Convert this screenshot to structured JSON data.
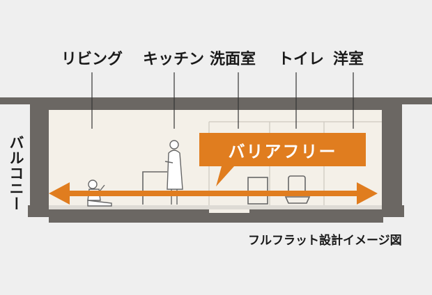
{
  "rooms": {
    "living": "リビング",
    "kitchen": "キッチン",
    "washroom": "洗面室",
    "toilet": "トイレ",
    "bedroom": "洋室"
  },
  "balcony_label": "バルコニー",
  "banner": {
    "text": "バリアフリー"
  },
  "caption": "フルフラット設計イメージ図",
  "colors": {
    "background": "#efefef",
    "wall": "#6b6763",
    "room_fill": "#f4f0e8",
    "accent_orange": "#e07d1f",
    "label_text": "#1a1a1a"
  }
}
